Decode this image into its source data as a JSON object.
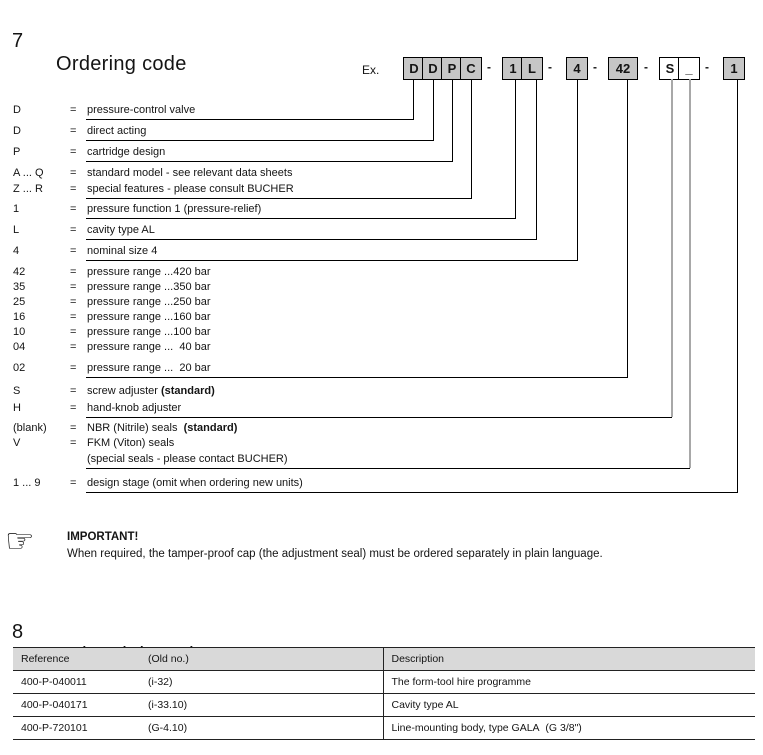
{
  "section7": {
    "number": "7",
    "title": "Ordering code"
  },
  "example": {
    "label": "Ex.",
    "separator": "-"
  },
  "code_boxes": [
    {
      "char": "D",
      "filled": true
    },
    {
      "char": "D",
      "filled": true
    },
    {
      "char": "P",
      "filled": true
    },
    {
      "char": "C",
      "filled": true
    },
    {
      "char": "1",
      "filled": true
    },
    {
      "char": "L",
      "filled": true
    },
    {
      "char": "4",
      "filled": true
    },
    {
      "char": "42",
      "filled": true
    },
    {
      "char": "S",
      "filled": false
    },
    {
      "char": "_",
      "filled": false
    },
    {
      "char": "1",
      "filled": true
    }
  ],
  "ordering_rows": [
    {
      "code": "D",
      "eq": "=",
      "desc": "pressure-control valve"
    },
    {
      "code": "D",
      "eq": "=",
      "desc": "direct acting"
    },
    {
      "code": "P",
      "eq": "=",
      "desc": "cartridge design"
    },
    {
      "code": "A ... Q",
      "eq": "=",
      "desc": "standard model - see relevant data sheets"
    },
    {
      "code": "Z ... R",
      "eq": "=",
      "desc": "special features - please consult BUCHER"
    },
    {
      "code": "1",
      "eq": "=",
      "desc": "pressure function 1 (pressure-relief)"
    },
    {
      "code": "L",
      "eq": "=",
      "desc": "cavity type AL"
    },
    {
      "code": "4",
      "eq": "=",
      "desc": "nominal size 4"
    },
    {
      "code": "42",
      "eq": "=",
      "desc": "pressure range ...420 bar"
    },
    {
      "code": "35",
      "eq": "=",
      "desc": "pressure range ...350 bar"
    },
    {
      "code": "25",
      "eq": "=",
      "desc": "pressure range ...250 bar"
    },
    {
      "code": "16",
      "eq": "=",
      "desc": "pressure range ...160 bar"
    },
    {
      "code": "10",
      "eq": "=",
      "desc": "pressure range ...100 bar"
    },
    {
      "code": "04",
      "eq": "=",
      "desc": "pressure range ...  40 bar"
    },
    {
      "code": "02",
      "eq": "=",
      "desc": "pressure range ...  20 bar"
    },
    {
      "code": "S",
      "eq": "=",
      "desc": "screw adjuster ",
      "bold": "(standard)"
    },
    {
      "code": "H",
      "eq": "=",
      "desc": "hand-knob adjuster"
    },
    {
      "code": "(blank)",
      "eq": "=",
      "desc": "NBR (Nitrile) seals  ",
      "bold": "(standard)"
    },
    {
      "code": "V",
      "eq": "=",
      "desc": "FKM (Viton) seals"
    },
    {
      "code": "",
      "eq": "",
      "desc": "(special seals - please contact BUCHER)"
    },
    {
      "code": "1 ... 9",
      "eq": "=",
      "desc": "design stage (omit when ordering new units)"
    }
  ],
  "important": {
    "icon": "☞",
    "title": "IMPORTANT!",
    "text": "When required, the tamper-proof cap (the adjustment seal) must be ordered separately in plain language."
  },
  "section8": {
    "number": "8",
    "title": "Related data sheets"
  },
  "table": {
    "headers": [
      "Reference",
      "(Old no.)",
      "Description"
    ],
    "rows": [
      [
        "400-P-040011",
        "(i-32)",
        "The form-tool hire programme"
      ],
      [
        "400-P-040171",
        "(i-33.10)",
        "Cavity type AL"
      ],
      [
        "400-P-720101",
        "(G-4.10)",
        "Line-mounting body, type GALA  (G 3/8\")"
      ]
    ]
  },
  "colors": {
    "box_fill": "#c6c6c6",
    "gray_line": "#a8a8a8",
    "table_header_bg": "#d9d9d9"
  }
}
